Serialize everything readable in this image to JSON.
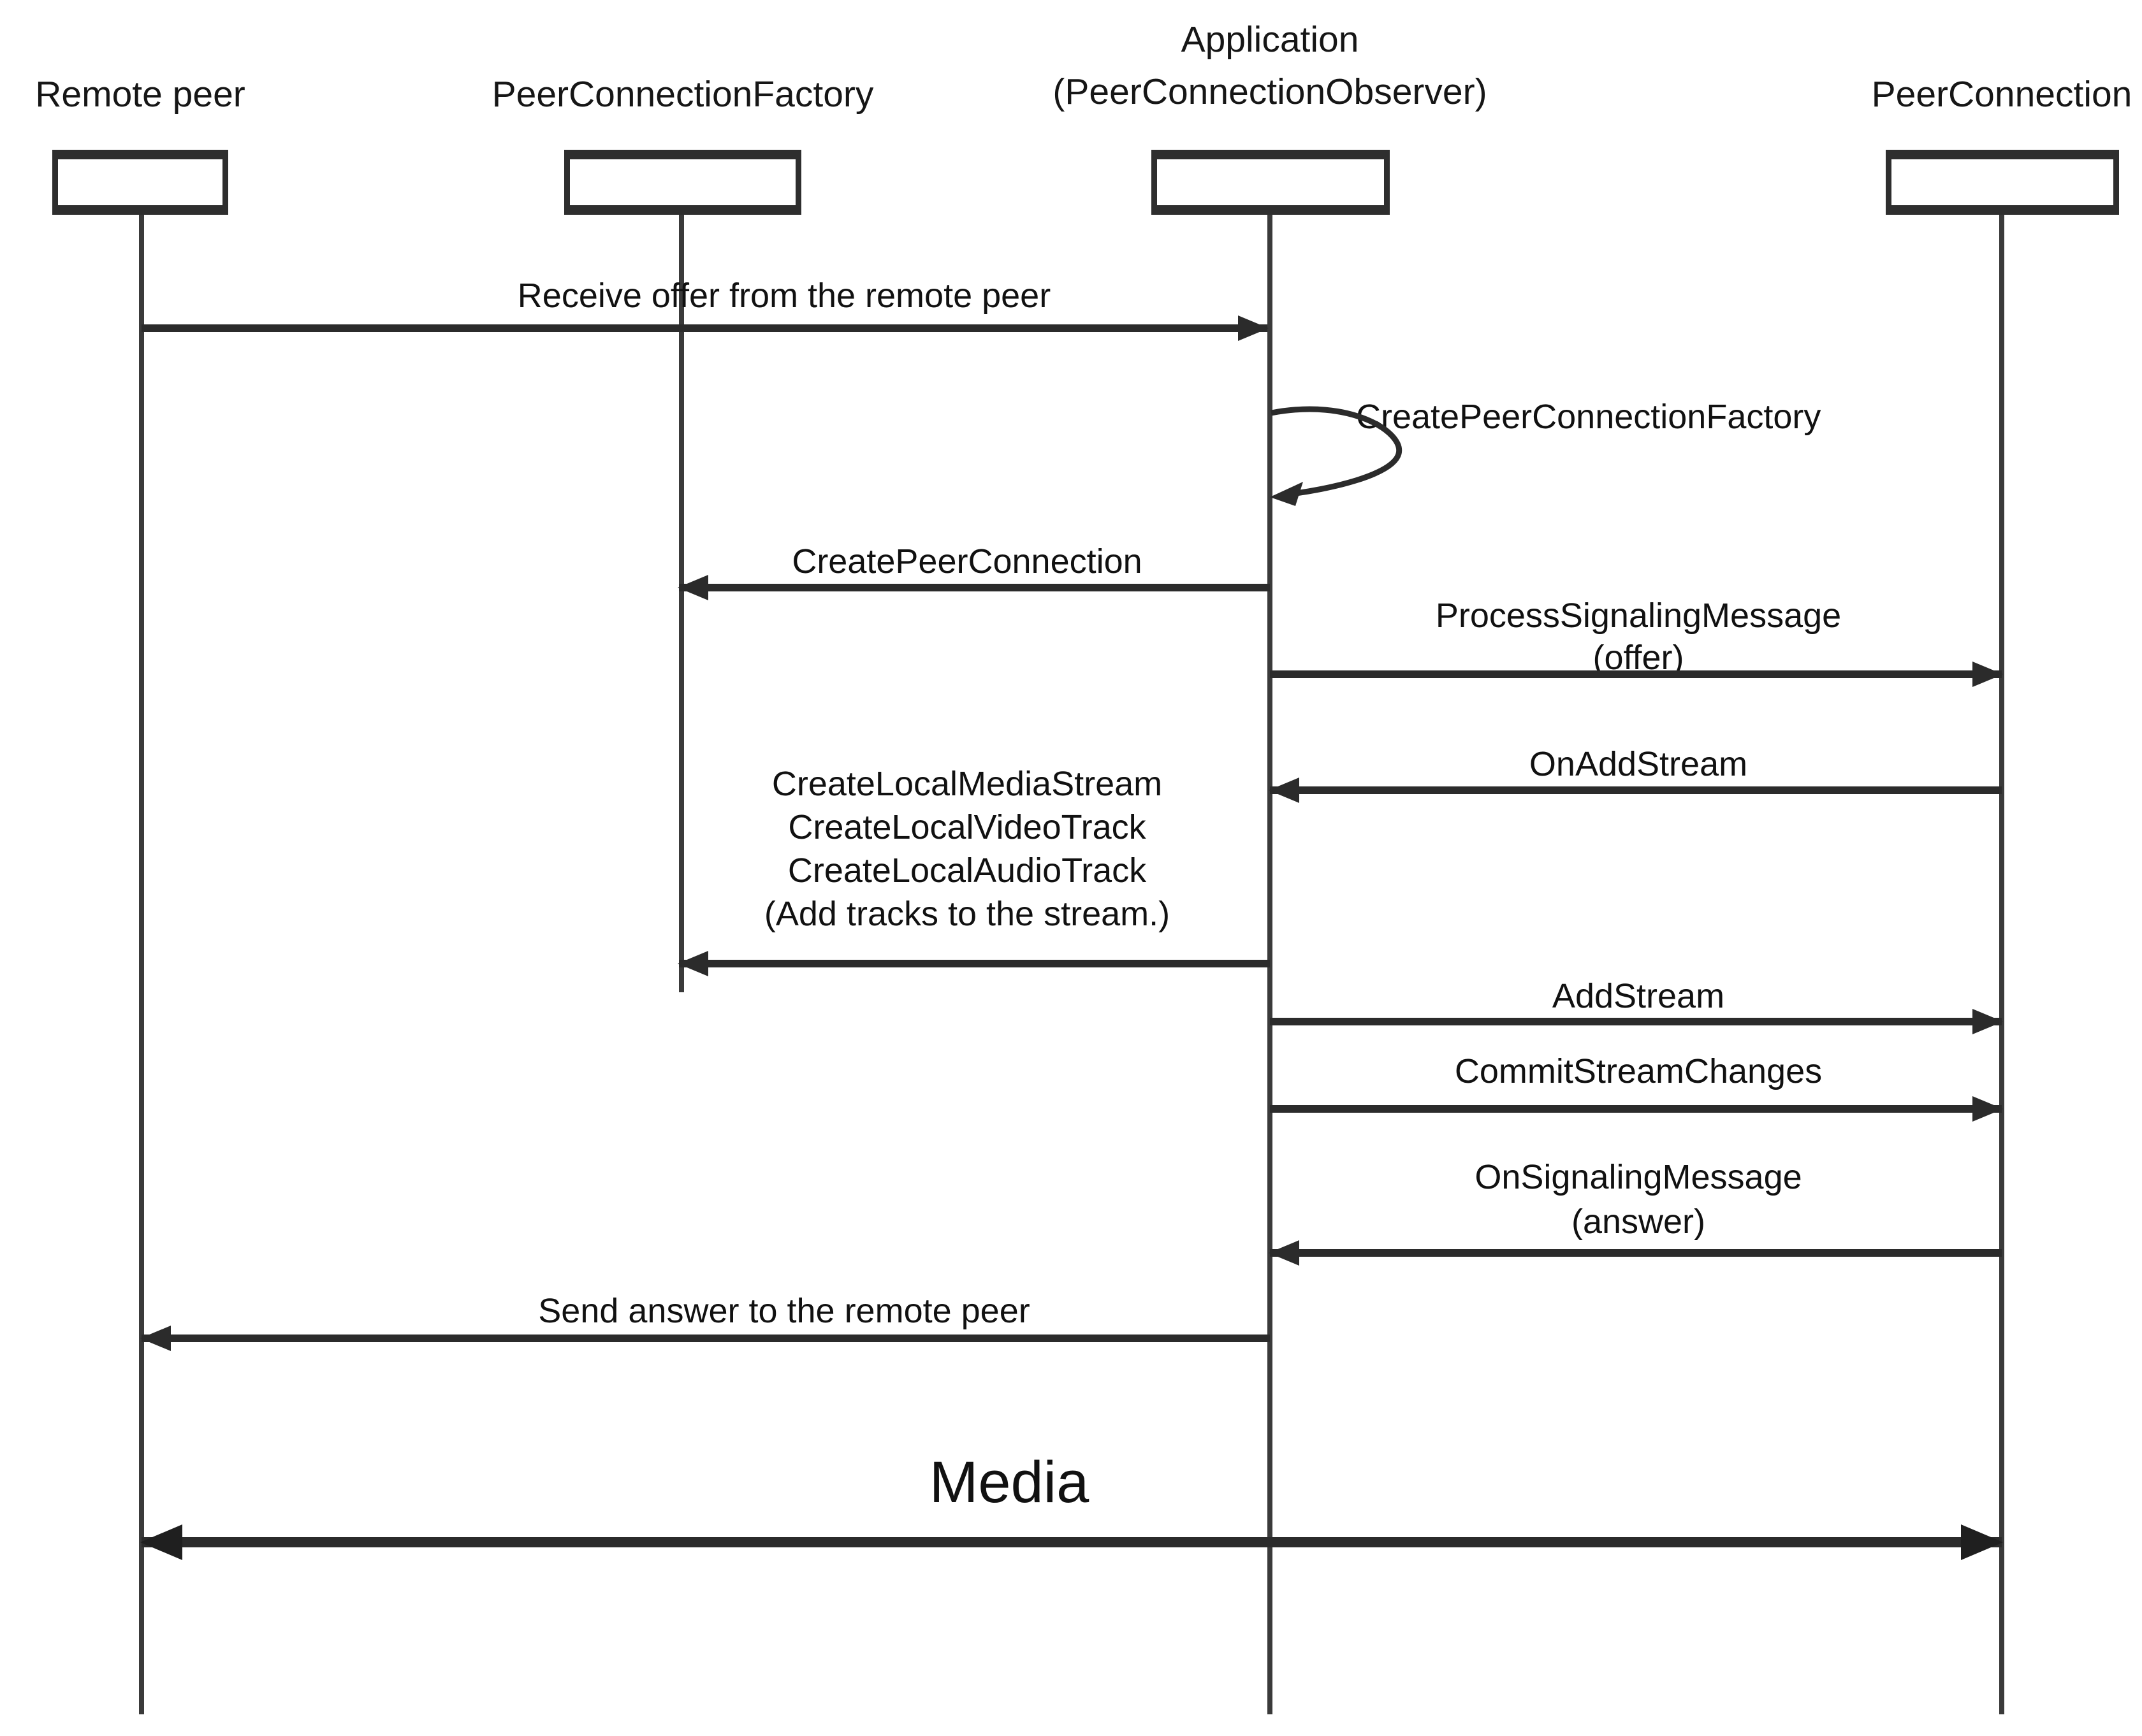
{
  "diagram_type": "sequence-diagram",
  "colors": {
    "background": "#ffffff",
    "line": "#2b2b2b",
    "text": "#111111"
  },
  "participants": {
    "remote_peer": {
      "label": "Remote peer"
    },
    "peer_connection_factory": {
      "label": "PeerConnectionFactory"
    },
    "application": {
      "label": "Application",
      "sublabel": "(PeerConnectionObserver)"
    },
    "peer_connection": {
      "label": "PeerConnection"
    }
  },
  "messages": {
    "receive_offer": {
      "text": "Receive offer from the remote peer",
      "from": "Remote peer",
      "to": "Application",
      "kind": "arrow-right"
    },
    "create_peer_connection_factory": {
      "text": "CreatePeerConnectionFactory",
      "from": "Application",
      "to": "Application",
      "kind": "self-call"
    },
    "create_peer_connection": {
      "text": "CreatePeerConnection",
      "from": "Application",
      "to": "PeerConnectionFactory",
      "kind": "arrow-left"
    },
    "process_signaling_message": {
      "text": "ProcessSignalingMessage",
      "arg": "(offer)",
      "from": "Application",
      "to": "PeerConnection",
      "kind": "arrow-right"
    },
    "on_add_stream": {
      "text": "OnAddStream",
      "from": "PeerConnection",
      "to": "Application",
      "kind": "arrow-left"
    },
    "create_local_media": {
      "lines": [
        "CreateLocalMediaStream",
        "CreateLocalVideoTrack",
        "CreateLocalAudioTrack",
        "(Add tracks to the stream.)"
      ],
      "from": "Application",
      "to": "PeerConnectionFactory",
      "kind": "arrow-left"
    },
    "add_stream": {
      "text": "AddStream",
      "from": "Application",
      "to": "PeerConnection",
      "kind": "arrow-right"
    },
    "commit_stream_changes": {
      "text": "CommitStreamChanges",
      "from": "Application",
      "to": "PeerConnection",
      "kind": "arrow-right"
    },
    "on_signaling_message": {
      "text": "OnSignalingMessage",
      "arg": "(answer)",
      "from": "PeerConnection",
      "to": "Application",
      "kind": "arrow-left"
    },
    "send_answer": {
      "text": "Send answer to the remote peer",
      "from": "Application",
      "to": "Remote peer",
      "kind": "arrow-left"
    },
    "media": {
      "text": "Media",
      "from": "Remote peer",
      "to": "PeerConnection",
      "kind": "bidirectional"
    }
  }
}
